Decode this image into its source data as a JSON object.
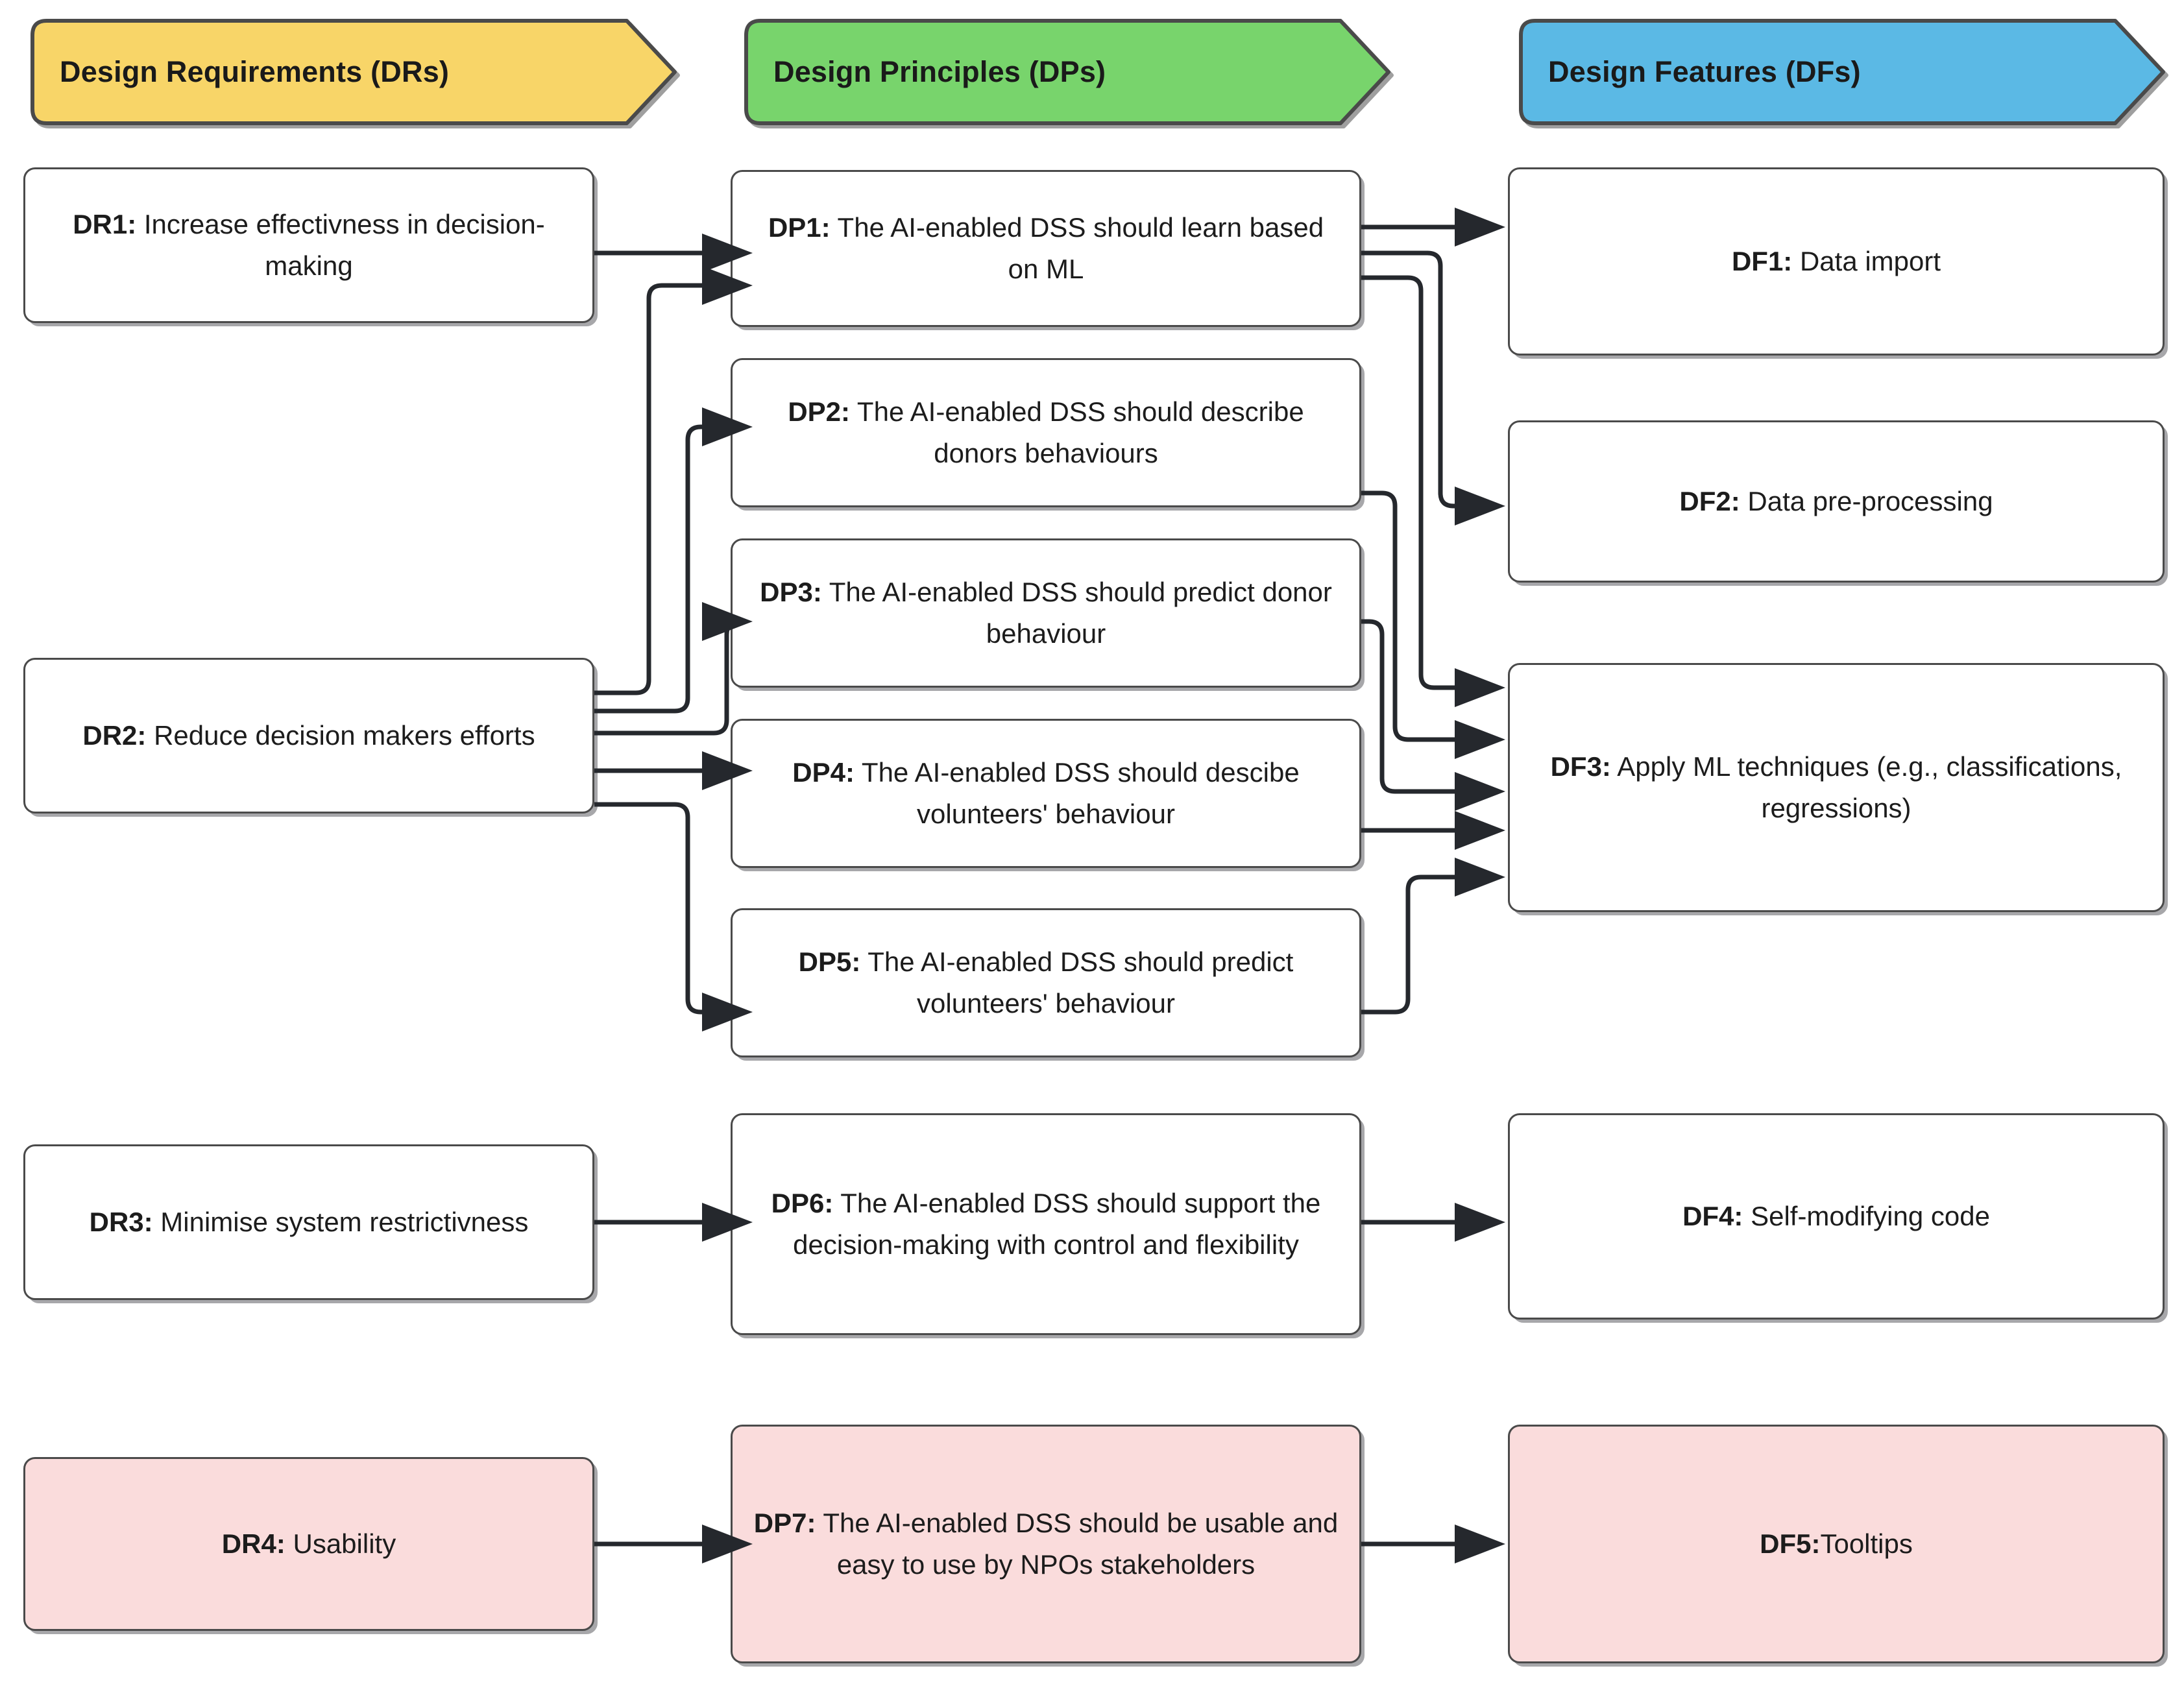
{
  "diagram": {
    "title": "Design Requirements, Design Principles and Design Features mapping",
    "colors": {
      "banner_requirements": "#F8D568",
      "banner_principles": "#78D46C",
      "banner_features": "#5BB9E5",
      "node_default_fill": "#FFFFFF",
      "node_highlight_fill": "#FADCDC",
      "node_border": "#4A4A4A",
      "edge": "#25282D",
      "text": "#1C1C1C"
    }
  },
  "columns": [
    {
      "id": "DR",
      "banner_label": "Design Requirements (DRs)"
    },
    {
      "id": "DP",
      "banner_label": "Design Principles (DPs)"
    },
    {
      "id": "DF",
      "banner_label": "Design Features (DFs)"
    }
  ],
  "requirements": [
    {
      "id": "DR1",
      "code": "DR1:",
      "text": " Increase effectivness in decision-making",
      "highlight": false
    },
    {
      "id": "DR2",
      "code": "DR2:",
      "text": " Reduce decision makers efforts",
      "highlight": false
    },
    {
      "id": "DR3",
      "code": "DR3:",
      "text": " Minimise system restrictivness",
      "highlight": false
    },
    {
      "id": "DR4",
      "code": "DR4:",
      "text": " Usability",
      "highlight": true
    }
  ],
  "principles": [
    {
      "id": "DP1",
      "code": "DP1:",
      "text": " The AI-enabled DSS should learn based on ML",
      "highlight": false
    },
    {
      "id": "DP2",
      "code": "DP2:",
      "text": " The AI-enabled DSS should describe donors behaviours",
      "highlight": false
    },
    {
      "id": "DP3",
      "code": "DP3:",
      "text": " The AI-enabled DSS should predict donor behaviour",
      "highlight": false
    },
    {
      "id": "DP4",
      "code": "DP4:",
      "text": " The AI-enabled DSS should descibe volunteers' behaviour",
      "highlight": false
    },
    {
      "id": "DP5",
      "code": "DP5:",
      "text": " The AI-enabled DSS should predict volunteers' behaviour",
      "highlight": false
    },
    {
      "id": "DP6",
      "code": "DP6:",
      "text": " The AI-enabled DSS should support the decision-making with control and flexibility",
      "highlight": false
    },
    {
      "id": "DP7",
      "code": "DP7:",
      "text": " The AI-enabled DSS should be usable and easy to use by NPOs stakeholders",
      "highlight": true
    }
  ],
  "features": [
    {
      "id": "DF1",
      "code": "DF1:",
      "text": " Data import",
      "highlight": false
    },
    {
      "id": "DF2",
      "code": "DF2:",
      "text": " Data pre-processing",
      "highlight": false
    },
    {
      "id": "DF3",
      "code": "DF3:",
      "text": " Apply ML techniques (e.g., classifications, regressions)",
      "highlight": false
    },
    {
      "id": "DF4",
      "code": "DF4:",
      "text": " Self-modifying code",
      "highlight": false
    },
    {
      "id": "DF5",
      "code": "DF5:",
      "text": "Tooltips",
      "highlight": true
    }
  ],
  "edges": [
    {
      "from": "DR1",
      "to": "DP1"
    },
    {
      "from": "DR2",
      "to": "DP1"
    },
    {
      "from": "DR2",
      "to": "DP2"
    },
    {
      "from": "DR2",
      "to": "DP3"
    },
    {
      "from": "DR2",
      "to": "DP4"
    },
    {
      "from": "DR2",
      "to": "DP5"
    },
    {
      "from": "DR3",
      "to": "DP6"
    },
    {
      "from": "DR4",
      "to": "DP7"
    },
    {
      "from": "DP1",
      "to": "DF1"
    },
    {
      "from": "DP1",
      "to": "DF2"
    },
    {
      "from": "DP1",
      "to": "DF3"
    },
    {
      "from": "DP2",
      "to": "DF3"
    },
    {
      "from": "DP3",
      "to": "DF3"
    },
    {
      "from": "DP4",
      "to": "DF3"
    },
    {
      "from": "DP5",
      "to": "DF3"
    },
    {
      "from": "DP6",
      "to": "DF4"
    },
    {
      "from": "DP7",
      "to": "DF5"
    }
  ]
}
